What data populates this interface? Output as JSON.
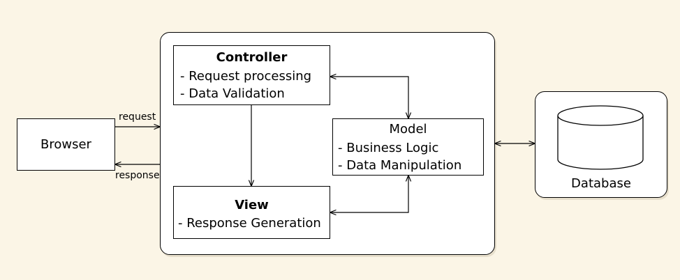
{
  "browser": {
    "label": "Browser"
  },
  "flow": {
    "request_label": "request",
    "response_label": "response"
  },
  "controller": {
    "title": "Controller",
    "items": [
      "-   Request processing",
      "-   Data Validation"
    ]
  },
  "model": {
    "title": "Model",
    "items": [
      "-   Business Logic",
      "-   Data Manipulation"
    ]
  },
  "view": {
    "title": "View",
    "items": [
      "- Response Generation"
    ]
  },
  "database": {
    "label": "Database"
  }
}
